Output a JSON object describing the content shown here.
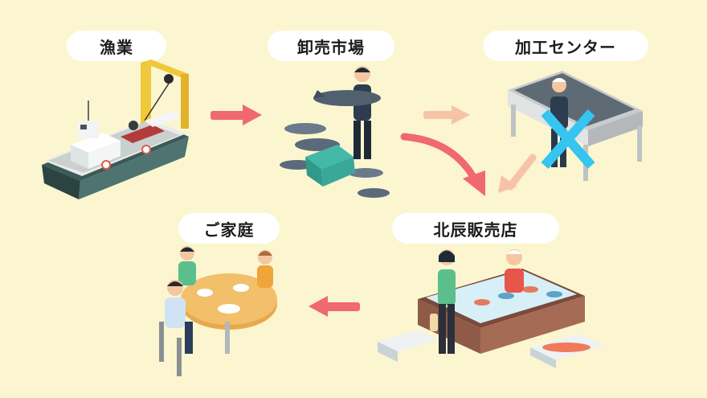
{
  "labels": {
    "fishing": "漁業",
    "market": "卸売市場",
    "processing": "加工センター",
    "store": "北辰販売店",
    "home": "ご家庭"
  },
  "colors": {
    "background": "#fbf6cf",
    "arrow": "#f0696e",
    "arrow_faded": "#f7c3a7",
    "cross": "#35c5f0"
  }
}
